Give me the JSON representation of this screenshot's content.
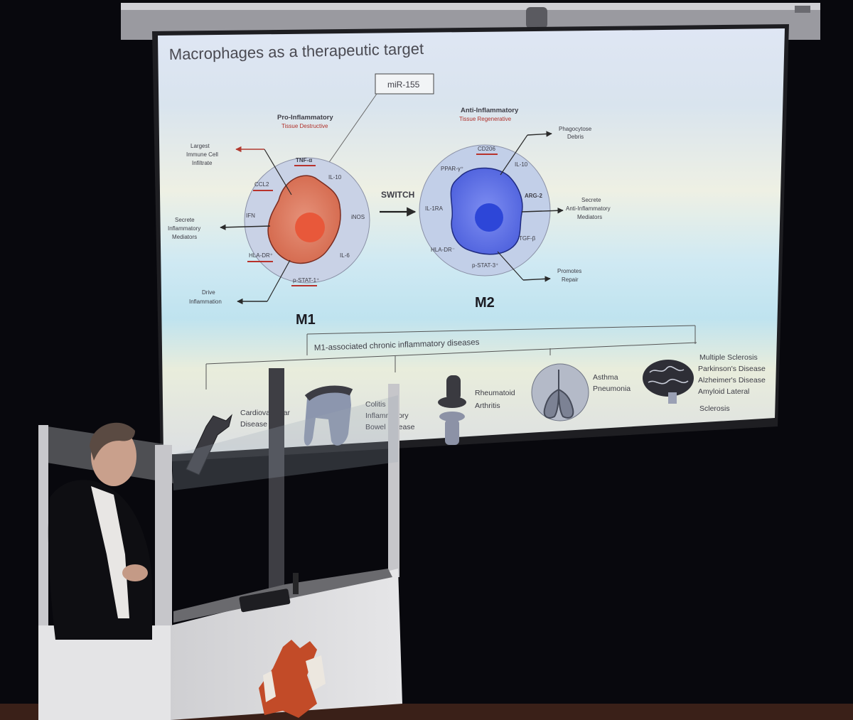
{
  "slide": {
    "title": "Macrophages as a therapeutic target",
    "mir_label": "miR-155",
    "switch_label": "SWITCH",
    "m1": {
      "name": "M1",
      "heading": "Pro-Inflammatory",
      "subheading": "Tissue Destructive",
      "markers": [
        "TNF-α",
        "IL-10",
        "iNOS",
        "IL-6",
        "p-STAT-1⁺",
        "HLA-DR⁺",
        "IFN",
        "CCL2"
      ],
      "effects": {
        "largest": [
          "Largest",
          "Immune Cell",
          "Infiltrate"
        ],
        "secrete": [
          "Secrete",
          "Inflammatory",
          "Mediators"
        ],
        "drive": [
          "Drive",
          "Inflammation"
        ]
      }
    },
    "m2": {
      "name": "M2",
      "heading": "Anti-Inflammatory",
      "subheading": "Tissue Regenerative",
      "markers": [
        "CD206",
        "IL-10",
        "ARG-2",
        "TGF-β",
        "p-STAT-3⁺",
        "HLA-DR⁻",
        "IL-1RA",
        "PPAR-γ⁺"
      ],
      "effects": {
        "phagocytose": [
          "Phagocytose",
          "Debris"
        ],
        "secrete": [
          "Secrete",
          "Anti-Inflammatory",
          "Mediators"
        ],
        "repair": [
          "Promotes",
          "Repair"
        ]
      }
    },
    "diseases_heading": "M1-associated chronic inflammatory diseases",
    "diseases": {
      "cardio": [
        "Cardiovascular",
        "Disease"
      ],
      "colitis": [
        "Colitis",
        "Inflammatory",
        "Bowel Disease"
      ],
      "ra": [
        "Rheumatoid",
        "Arthritis"
      ],
      "asthma": [
        "Asthma",
        "Pneumonia"
      ],
      "neuro": [
        "Multiple Sclerosis",
        "Parkinson's Disease",
        "Alzheimer's Disease",
        "Amyloid Lateral",
        "Sclerosis"
      ]
    }
  },
  "colors": {
    "m1_cell": "#e0775c",
    "m1_nucleus": "#e8583a",
    "m2_cell": "#5a6ee8",
    "m2_nucleus": "#2d46d8",
    "ring": "#bcc6dc",
    "underline": "#b8322c"
  }
}
